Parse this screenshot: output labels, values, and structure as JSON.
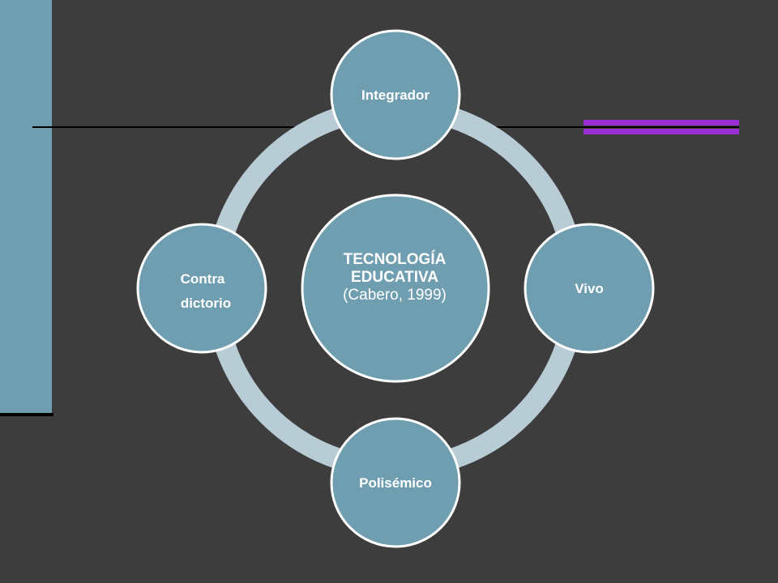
{
  "diagram": {
    "center": {
      "line1": "TECNOLOGÍA",
      "line2": "EDUCATIVA",
      "line3": "(Cabero, 1999)"
    },
    "nodes": {
      "top": "Integrador",
      "right": "Vivo",
      "bottom": "Polisémico",
      "left_line1": "Contra",
      "left_line2": "dictorio"
    }
  },
  "colors": {
    "background": "#3d3d3d",
    "node_fill": "#6e9eb0",
    "ring": "#b8ccd6",
    "accent": "#9b2fd6"
  }
}
